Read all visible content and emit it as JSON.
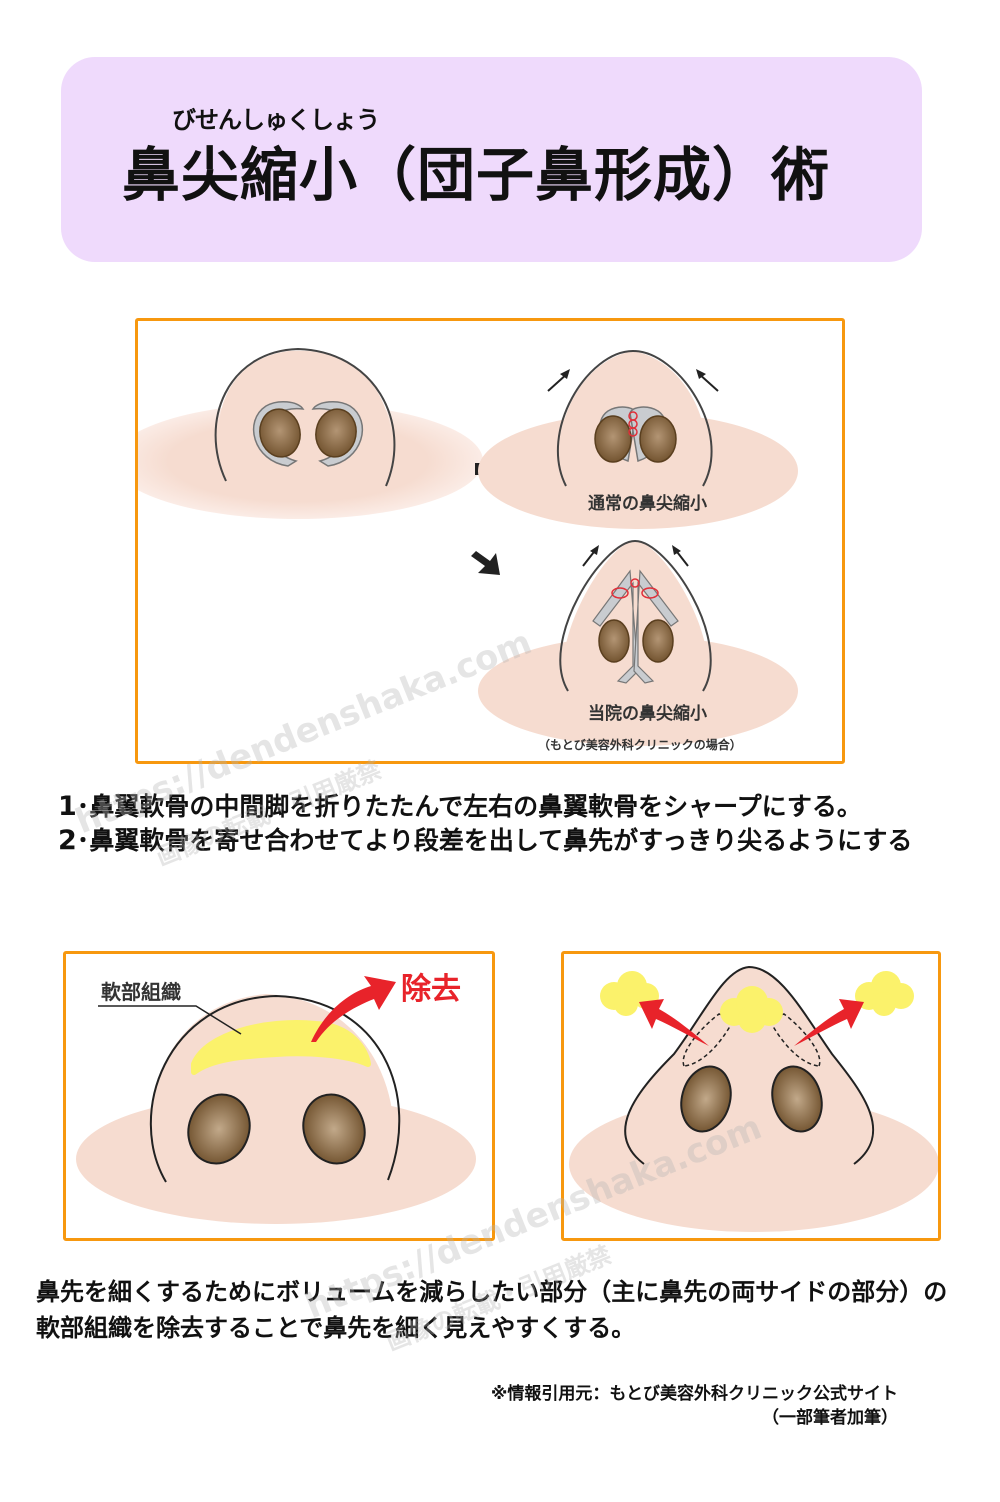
{
  "header": {
    "ruby": "びせんしゅくしょう",
    "title": "鼻尖縮小（団子鼻形成）術",
    "background_color": "#efdafc"
  },
  "figure1": {
    "border_color": "#f7980f",
    "label_normal": "通常の鼻尖縮小",
    "label_clinic": "当院の鼻尖縮小",
    "caption": "（もとび美容外科クリニックの場合）"
  },
  "steps": [
    {
      "num": "1",
      "sep": "･",
      "text": "鼻翼軟骨の中間脚を折りたたんで左右の鼻翼軟骨をシャープにする。"
    },
    {
      "num": "2",
      "sep": "･",
      "text": "鼻翼軟骨を寄せ合わせてより段差を出して鼻先がすっきり尖るようにする"
    }
  ],
  "figure2": {
    "tissue_label": "軟部組織",
    "removal_label": "除去",
    "removal_color": "#e8232a"
  },
  "figure3": {},
  "description": {
    "line1": "鼻先を細くするためにボリュームを減らしたい部分（主に鼻先の両サイドの部分）の",
    "line2": "軟部組織を除去することで鼻先を細く見えやすくする。"
  },
  "source": {
    "line1": "※情報引用元：もとび美容外科クリニック公式サイト",
    "line2": "（一部筆者加筆）"
  },
  "watermark": {
    "url": "https://dendenshaka.com",
    "notice": "画像の転載・引用厳禁"
  },
  "colors": {
    "skin": "#f6dcd0",
    "nostril": "#7a5a33",
    "cartilage": "#c9ccd0",
    "soft_tissue": "#fbf26b",
    "suture": "#e0303a",
    "frame": "#f7980f"
  }
}
